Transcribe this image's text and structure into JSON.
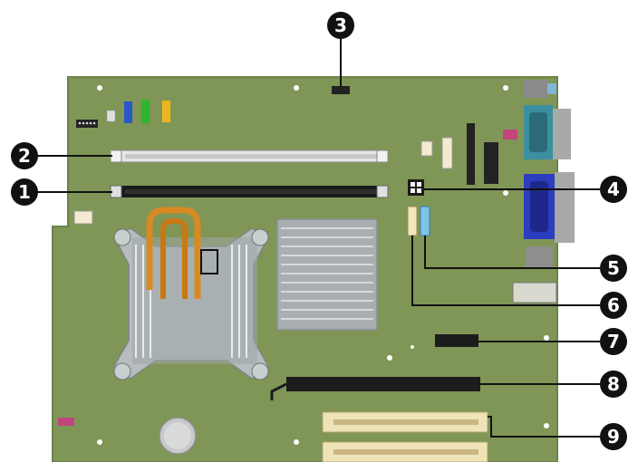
{
  "diagram": {
    "description_free": true,
    "colors": {
      "board": "#7f9656",
      "board_edge": "#6c8248",
      "callout_fill": "#111111",
      "callout_text": "#ffffff",
      "leader_line": "#111111",
      "dimm_slot_1": "#1a1a1a",
      "dimm_slot_2": "#e6e6e6",
      "pcie_slot": "#1c1c1c",
      "pci_slot": "#efe3b8",
      "heatsink": "#b7bcbe",
      "heatpipe": "#d88a22",
      "chipset_heatsink": "#a9aeb0",
      "serial_port": "#3a8fa0",
      "vga_port": "#2d3dbf"
    },
    "callouts": [
      {
        "id": "1",
        "label": "1"
      },
      {
        "id": "2",
        "label": "2"
      },
      {
        "id": "3",
        "label": "3"
      },
      {
        "id": "4",
        "label": "4"
      },
      {
        "id": "5",
        "label": "5"
      },
      {
        "id": "6",
        "label": "6"
      },
      {
        "id": "7",
        "label": "7"
      },
      {
        "id": "8",
        "label": "8"
      },
      {
        "id": "9",
        "label": "9"
      }
    ]
  }
}
